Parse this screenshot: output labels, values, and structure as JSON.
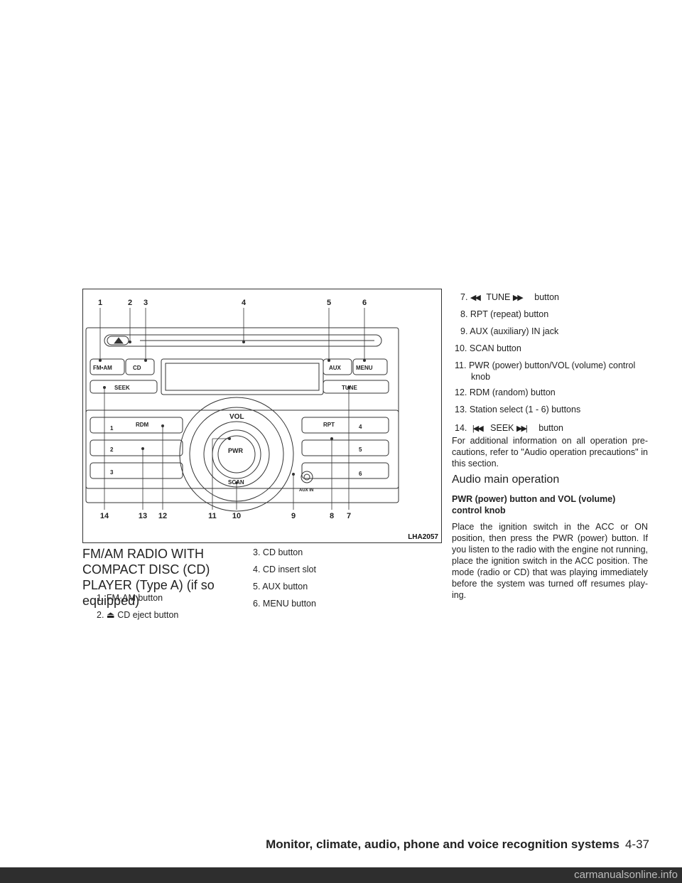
{
  "figure": {
    "id": "LHA2057",
    "callouts_top": [
      "1",
      "2",
      "3",
      "4",
      "5",
      "6"
    ],
    "callouts_bottom": [
      "14",
      "13",
      "12",
      "11",
      "10",
      "9",
      "8",
      "7"
    ],
    "panel_labels": {
      "fmam": "FM•AM",
      "cd": "CD",
      "aux": "AUX",
      "menu": "MENU",
      "seek": "SEEK",
      "tune": "TUNE",
      "rdm": "RDM",
      "rpt": "RPT",
      "vol": "VOL",
      "pwr": "PWR",
      "scan": "SCAN",
      "auxin": "AUX IN",
      "preset1": "1",
      "preset2": "2",
      "preset3": "3",
      "preset4": "4",
      "preset5": "5",
      "preset6": "6"
    }
  },
  "section_title": "FM/AM RADIO WITH COMPACT DISC (CD) PLAYER (Type A) (if so equipped)",
  "list": [
    {
      "n": "1.",
      "text": "FM·AM button"
    },
    {
      "n": "2.",
      "icon": "eject-icon",
      "text": "CD eject button"
    },
    {
      "n": "3.",
      "text": "CD button"
    },
    {
      "n": "4.",
      "text": "CD insert slot"
    },
    {
      "n": "5.",
      "text": "AUX button"
    },
    {
      "n": "6.",
      "text": "MENU button"
    },
    {
      "n": "7.",
      "icon": "rewind-fast-forward-icon",
      "text_mid": "TUNE",
      "text": "button"
    },
    {
      "n": "8.",
      "text": "RPT (repeat) button"
    },
    {
      "n": "9.",
      "text": "AUX (auxiliary) IN jack"
    },
    {
      "n": "10.",
      "text": "SCAN button"
    },
    {
      "n": "11.",
      "text": "PWR (power) button/VOL (volume) control",
      "text2": "knob"
    },
    {
      "n": "12.",
      "text": "RDM (random) button"
    },
    {
      "n": "13.",
      "text": "Station select (1 - 6) buttons"
    },
    {
      "n": "14.",
      "icon": "skip-prev-next-icon",
      "text_mid": "SEEK",
      "text": "button"
    }
  ],
  "note": "For additional information on all operation pre- cautions, refer to \"Audio operation precautions\" in this section.",
  "subsection_title": "Audio main operation",
  "subheading": "PWR (power) button and VOL (volume) control knob",
  "paragraph": "Place the ignition switch in the ACC or ON position, then press the PWR (power) button. If you listen to the radio with the engine not running, place the ignition switch in the ACC position. The mode (radio or CD) that was playing immediately before the system was turned off resumes play- ing.",
  "footer": {
    "title": "Monitor, climate, audio, phone and voice recognition systems",
    "page": "4-37"
  },
  "watermark": "carmanualsonline.info"
}
